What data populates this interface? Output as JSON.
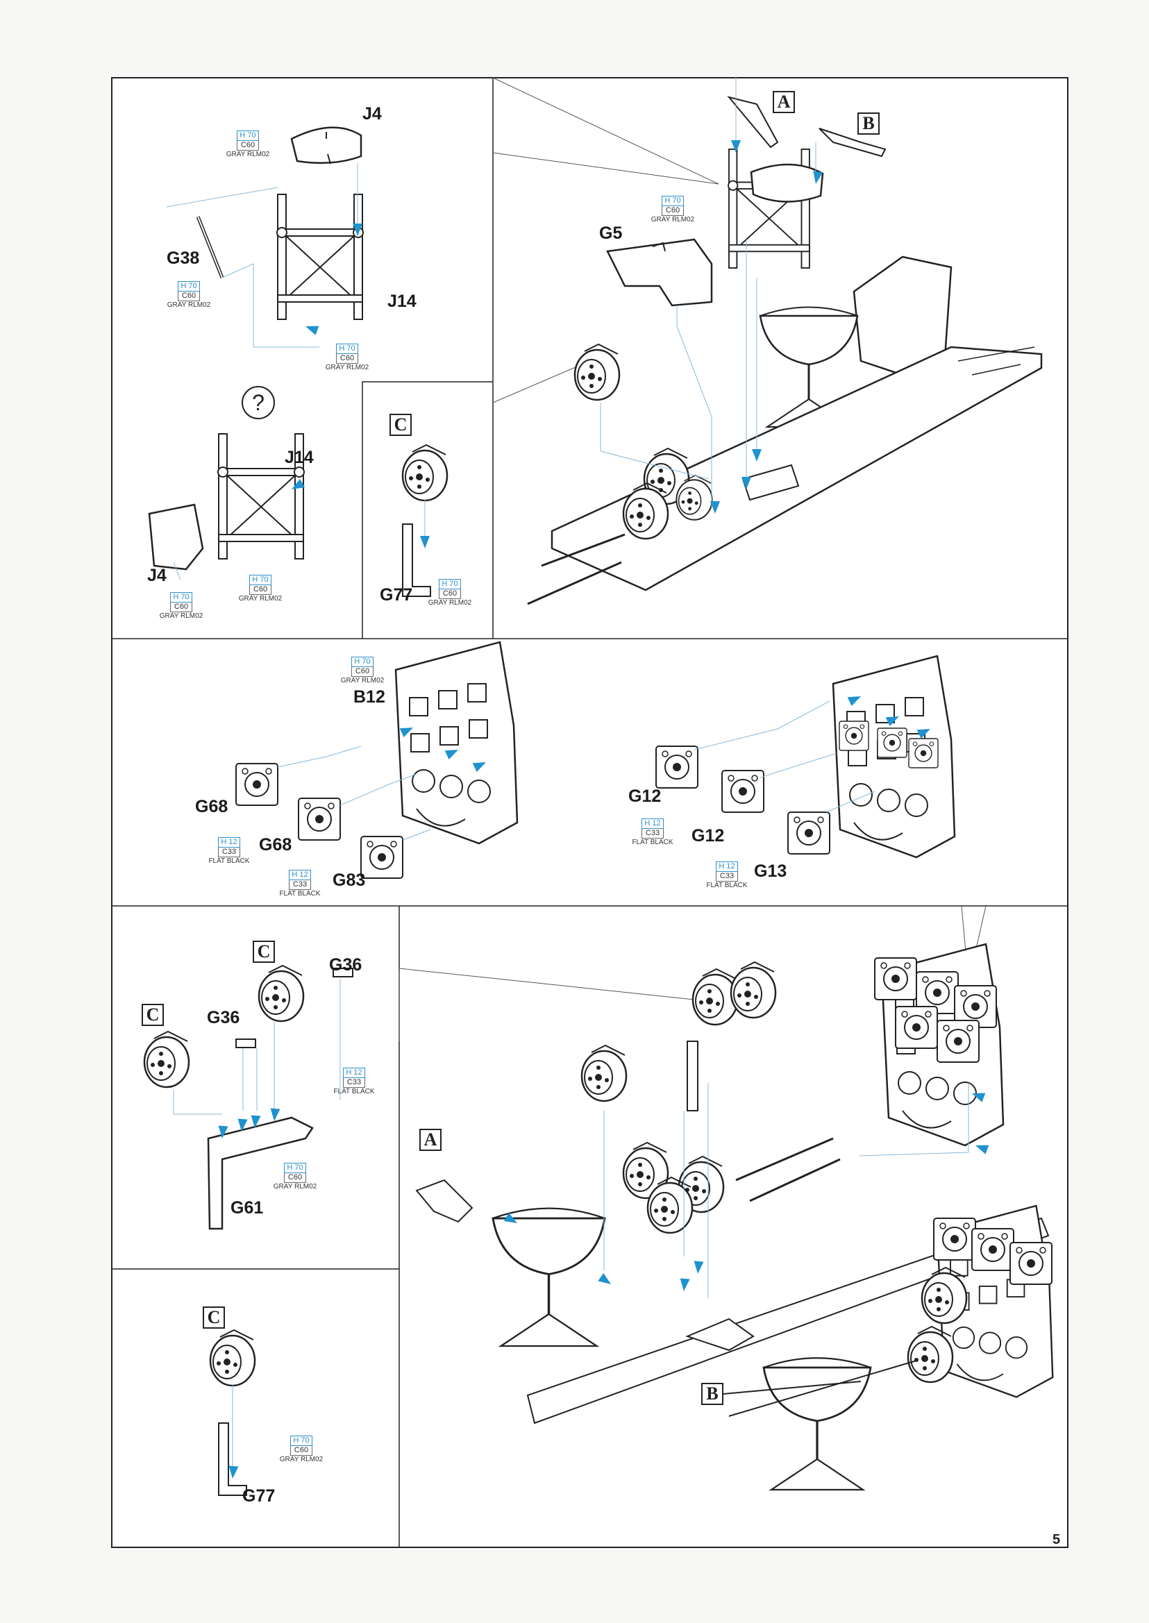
{
  "page_number": "5",
  "paint": {
    "gray": {
      "code1": "H 70",
      "code2": "C60",
      "name": "GRAY RLM02"
    },
    "black": {
      "code1": "H 12",
      "code2": "C33",
      "name": "FLAT BLACK"
    }
  },
  "parts": {
    "j4": "J4",
    "j14": "J14",
    "g38": "G38",
    "g5": "G5",
    "g77": "G77",
    "b12": "B12",
    "g68": "G68",
    "g83": "G83",
    "g12": "G12",
    "g13": "G13",
    "g36": "G36",
    "g61": "G61"
  },
  "subassembly": {
    "a": "A",
    "b": "B",
    "c": "C"
  },
  "question_mark": "?",
  "colors": {
    "arrow": "#1e93cf",
    "paint_code": "#2d8fc9",
    "line": "#222222"
  }
}
